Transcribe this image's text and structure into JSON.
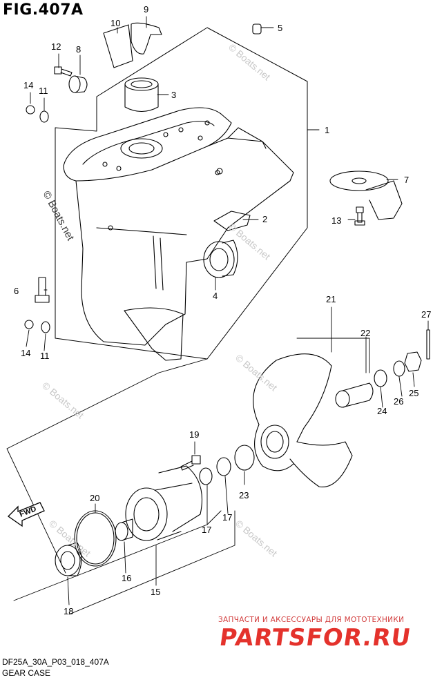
{
  "figure": {
    "title": "FIG.407A",
    "code": "DF25A_30A_P03_018_407A",
    "name": "GEAR CASE"
  },
  "callouts": [
    "1",
    "2",
    "3",
    "4",
    "5",
    "6",
    "7",
    "8",
    "9",
    "10",
    "11",
    "11",
    "12",
    "13",
    "14",
    "14",
    "15",
    "16",
    "17",
    "17",
    "18",
    "19",
    "20",
    "21",
    "22",
    "23",
    "24",
    "25",
    "26",
    "27"
  ],
  "direction_label": "FWD",
  "watermarks": {
    "main": "© Boats.net",
    "faint": "© Boats.net"
  },
  "shop": {
    "tagline": "ЗАПЧАСТИ И АКСЕССУАРЫ ДЛЯ МОТОТЕХНИКИ",
    "logo": "PARTSFOR.RU",
    "logo_color": "#e4322c"
  },
  "colors": {
    "line": "#000000",
    "watermark": "#c8c8c8"
  }
}
